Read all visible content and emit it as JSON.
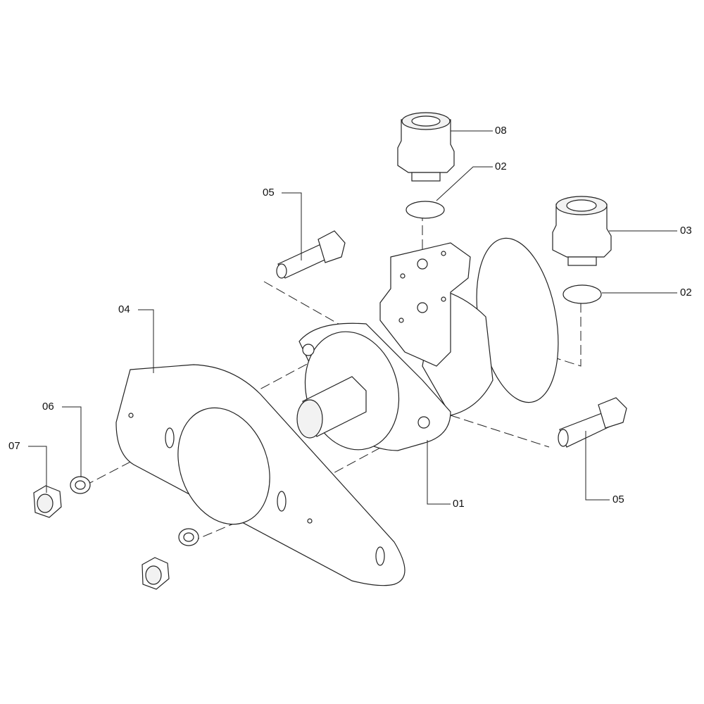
{
  "title": "Hydraulic motor mounting exploded view",
  "callouts": [
    {
      "id": "08",
      "part": "fitting-top"
    },
    {
      "id": "02",
      "part": "o-ring-top"
    },
    {
      "id": "05",
      "part": "bolt-left"
    },
    {
      "id": "03",
      "part": "fitting-right"
    },
    {
      "id": "02",
      "part": "o-ring-right"
    },
    {
      "id": "04",
      "part": "mounting-plate"
    },
    {
      "id": "06",
      "part": "washer"
    },
    {
      "id": "07",
      "part": "nut"
    },
    {
      "id": "01",
      "part": "hydraulic-motor"
    },
    {
      "id": "05",
      "part": "bolt-right"
    }
  ]
}
